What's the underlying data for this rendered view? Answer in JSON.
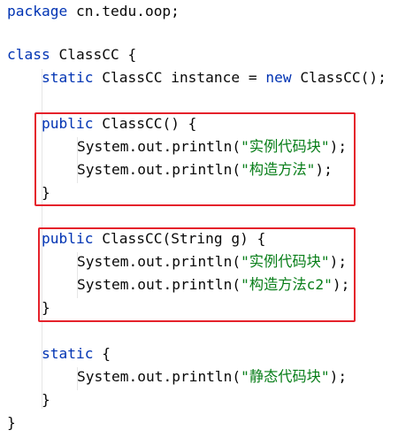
{
  "code": {
    "package_kw": "package",
    "package_name": " cn.tedu.oop;",
    "class_kw": "class",
    "class_decl": " ClassCC {",
    "field_static_kw": "static",
    "field_type_name": " ClassCC instance = ",
    "field_new_kw": "new",
    "field_ctor_call": " ClassCC();",
    "ctor1_public_kw": "public",
    "ctor1_sig": " ClassCC() {",
    "ctor1_stmt1_prefix": "System.out.println(",
    "ctor1_stmt1_str": "\"实例代码块\"",
    "ctor1_stmt1_suffix": ");",
    "ctor1_stmt2_prefix": "System.out.println(",
    "ctor1_stmt2_str": "\"构造方法\"",
    "ctor1_stmt2_suffix": ");",
    "ctor1_close": "}",
    "ctor2_public_kw": "public",
    "ctor2_sig": " ClassCC(String g) {",
    "ctor2_stmt1_prefix": "System.out.println(",
    "ctor2_stmt1_str": "\"实例代码块\"",
    "ctor2_stmt1_suffix": ");",
    "ctor2_stmt2_prefix": "System.out.println(",
    "ctor2_stmt2_str": "\"构造方法c2\"",
    "ctor2_stmt2_suffix": ");",
    "ctor2_close": "}",
    "static_block_kw": "static",
    "static_block_open": " {",
    "static_stmt_prefix": "System.out.println(",
    "static_stmt_str": "\"静态代码块\"",
    "static_stmt_suffix": ");",
    "static_block_close": "}",
    "class_close": "}"
  },
  "colors": {
    "keyword": "#0033b3",
    "string": "#067d17",
    "text": "#080808",
    "highlight_border": "#e5222b",
    "indent_guide": "#e6e6e6"
  }
}
